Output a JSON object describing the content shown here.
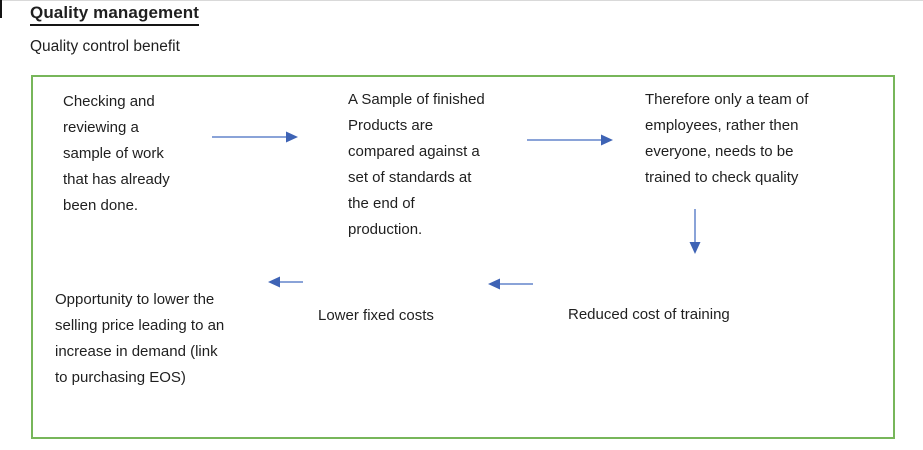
{
  "page": {
    "title": "Quality management",
    "subtitle": "Quality control benefit"
  },
  "colors": {
    "diagram_border": "#77b65a",
    "arrow_shaft": "#8aa3d8",
    "arrow_head": "#3e63b5",
    "text": "#1f1f1f"
  },
  "icons": {
    "arrow_right": "→",
    "arrow_left": "←",
    "arrow_down": "↓"
  },
  "diagram": {
    "nodes": {
      "checking": "Checking and\nreviewing a\nsample of work\nthat has already\nbeen done.",
      "sample_compared": "A Sample of finished\nProducts are\ncompared against a\nset of standards at\nthe end of\nproduction.",
      "team_trained": "Therefore only a team of\nemployees, rather then\neveryone, needs to be\ntrained to check quality",
      "opportunity": "Opportunity to lower the\nselling price leading to an\nincrease in demand (link\nto purchasing EOS)",
      "lower_fixed_costs": "Lower fixed costs",
      "reduced_training_cost": "Reduced cost of training"
    }
  }
}
